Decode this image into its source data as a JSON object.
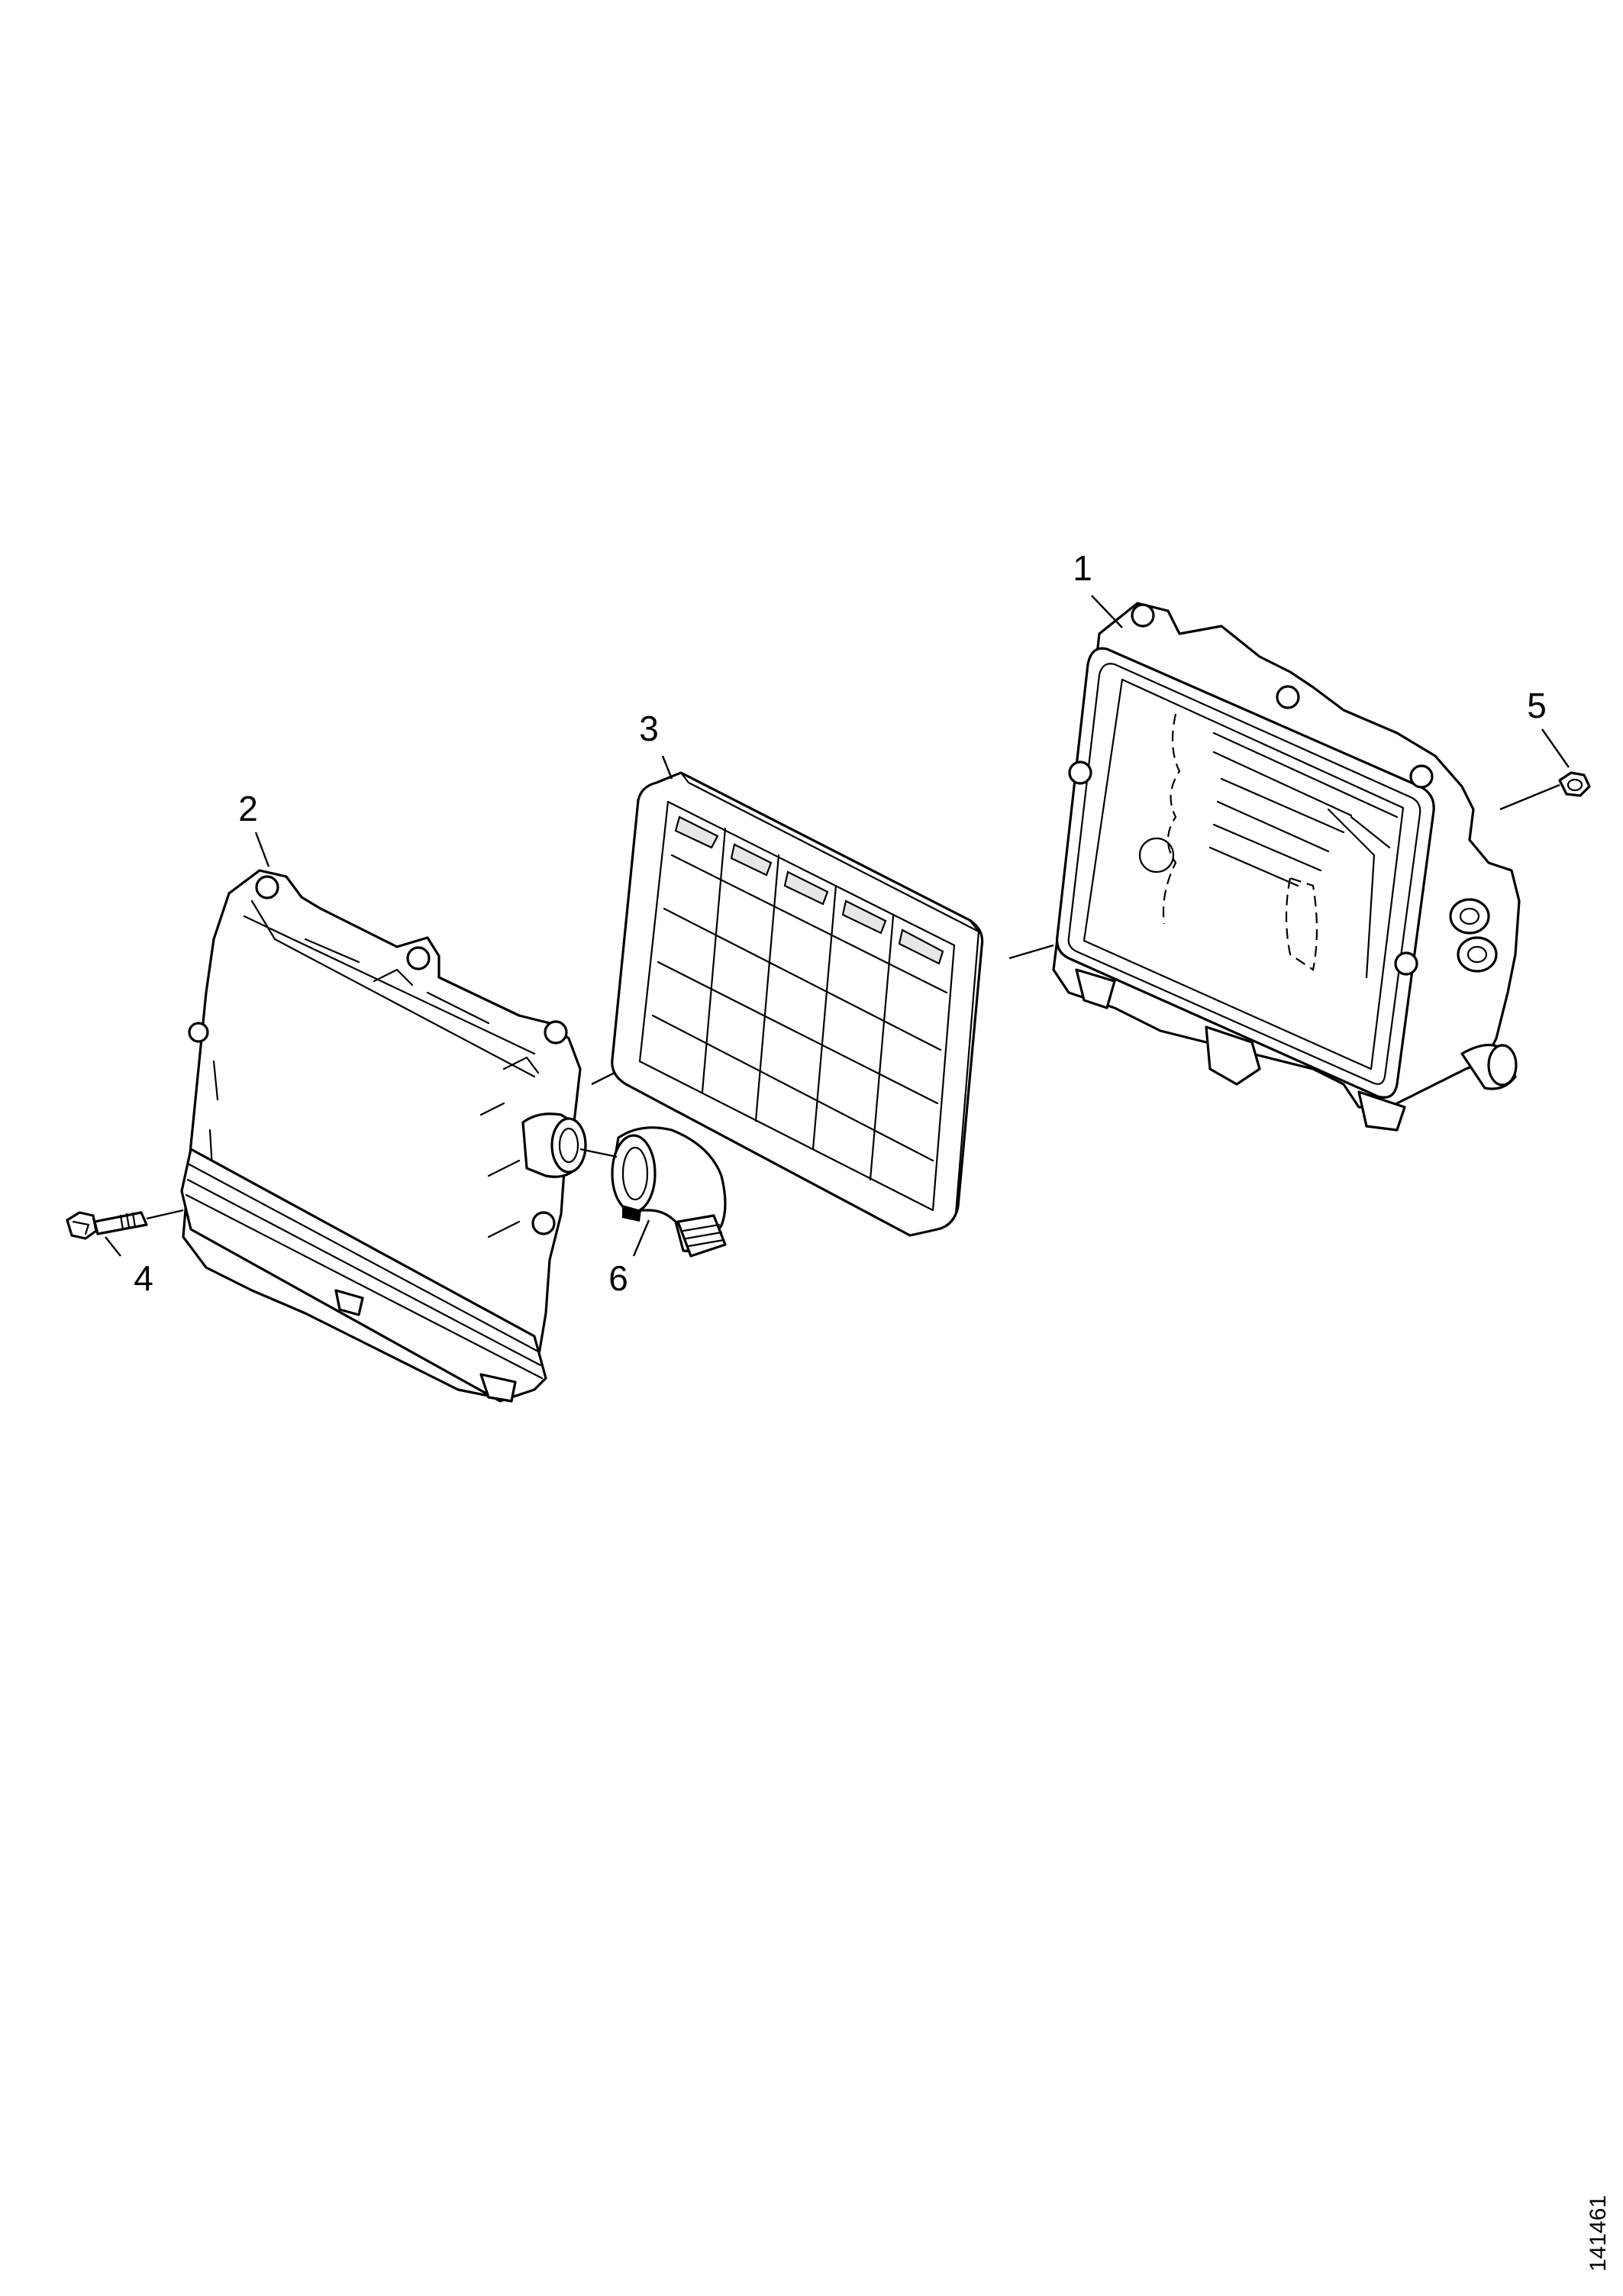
{
  "figure": {
    "reference_number": "141461"
  },
  "callouts": [
    {
      "id": "1",
      "part_icon": "air-cleaner-housing-lower-icon"
    },
    {
      "id": "2",
      "part_icon": "air-cleaner-cover-icon"
    },
    {
      "id": "3",
      "part_icon": "air-filter-element-icon"
    },
    {
      "id": "4",
      "part_icon": "bolt-icon"
    },
    {
      "id": "5",
      "part_icon": "nut-icon"
    },
    {
      "id": "6",
      "part_icon": "elbow-hose-icon"
    }
  ],
  "colors": {
    "line": "#000000",
    "background": "#ffffff",
    "shade": "#e6e6e6"
  }
}
